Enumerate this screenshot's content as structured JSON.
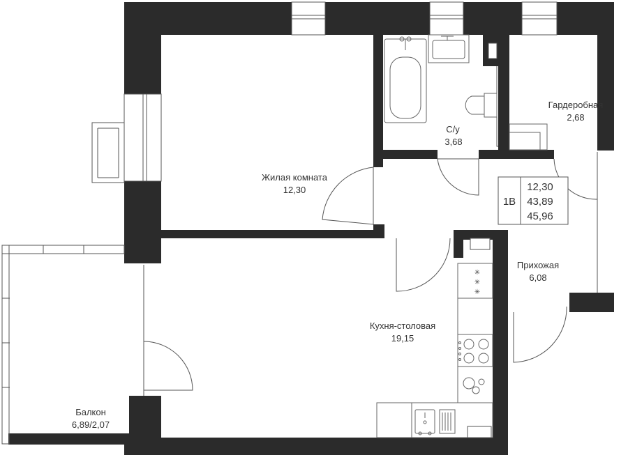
{
  "plan": {
    "colors": {
      "wall": "#2b2b2b",
      "line": "#555555",
      "fixture": "#666666",
      "text": "#333333"
    },
    "rooms": [
      {
        "id": "living",
        "name": "Жилая комната",
        "area": "12,30"
      },
      {
        "id": "bath",
        "name": "С/у",
        "area": "3,68"
      },
      {
        "id": "wardrobe",
        "name": "Гардеробная",
        "area": "2,68"
      },
      {
        "id": "hall",
        "name": "Прихожая",
        "area": "6,08"
      },
      {
        "id": "kitchen",
        "name": "Кухня-столовая",
        "area": "19,15"
      },
      {
        "id": "balcony",
        "name": "Балкон",
        "area": "6,89/2,07"
      }
    ],
    "summary": {
      "type": "1В",
      "living_area": "12,30",
      "total_area": "43,89",
      "total_with_balcony": "45,96"
    }
  }
}
